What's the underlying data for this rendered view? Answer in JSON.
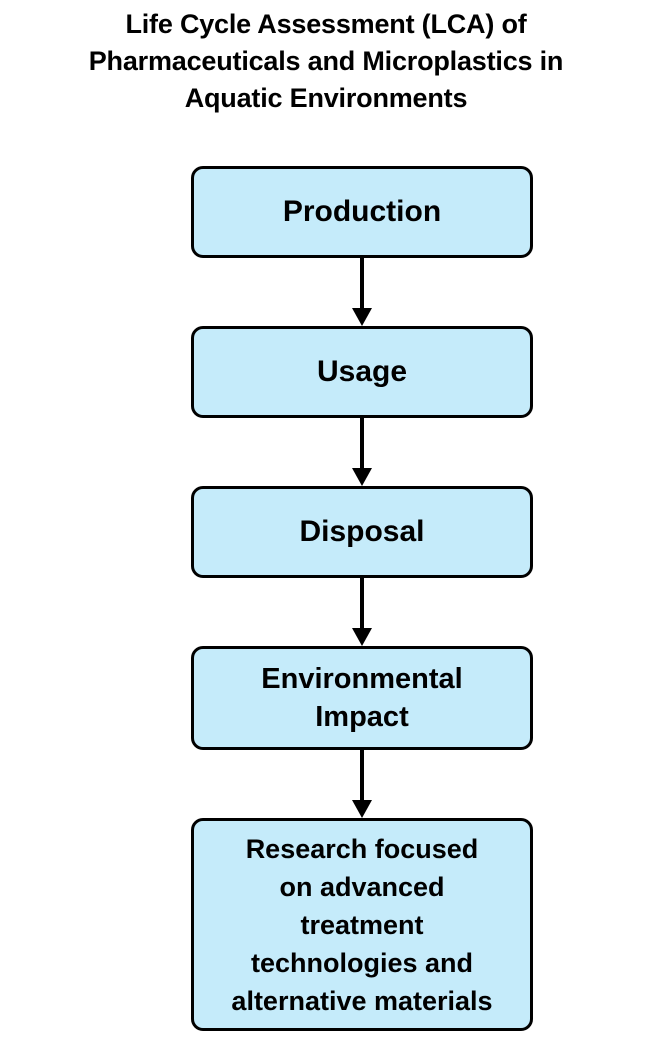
{
  "title": "Life Cycle Assessment (LCA) of\nPharmaceuticals and Microplastics in\nAquatic Environments",
  "colors": {
    "node_fill": "#c5ebfa",
    "node_border": "#000000",
    "arrow": "#000000",
    "background": "#ffffff",
    "text": "#000000"
  },
  "diagram": {
    "type": "flowchart",
    "orientation": "vertical-top-down",
    "nodes": [
      {
        "id": "production",
        "label": "Production",
        "lines": 1
      },
      {
        "id": "usage",
        "label": "Usage",
        "lines": 1
      },
      {
        "id": "disposal",
        "label": "Disposal",
        "lines": 1
      },
      {
        "id": "environmental-impact",
        "label": "Environmental\nImpact",
        "lines": 2
      },
      {
        "id": "research",
        "label": "Research focused\non advanced\ntreatment\ntechnologies and\nalternative materials",
        "lines": 5
      }
    ],
    "edges": [
      {
        "from": "production",
        "to": "usage",
        "style": "solid-arrow"
      },
      {
        "from": "usage",
        "to": "disposal",
        "style": "solid-arrow"
      },
      {
        "from": "disposal",
        "to": "environmental-impact",
        "style": "solid-arrow"
      },
      {
        "from": "environmental-impact",
        "to": "research",
        "style": "solid-arrow"
      }
    ]
  }
}
